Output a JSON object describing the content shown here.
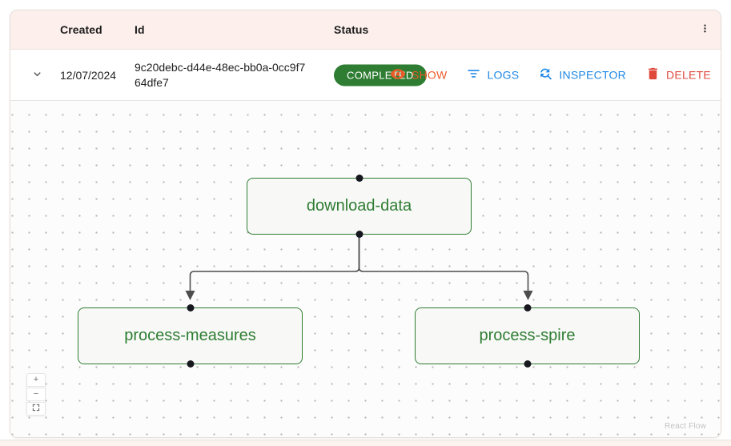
{
  "table": {
    "header": {
      "created": "Created",
      "id": "Id",
      "status": "Status"
    },
    "row": {
      "created": "12/07/2024",
      "id": "9c20debc-d44e-48ec-bb0a-0cc9f764dfe7",
      "status": "COMPLETED",
      "actions": {
        "show": "SHOW",
        "logs": "LOGS",
        "inspector": "INSPECTOR",
        "delete": "DELETE"
      }
    }
  },
  "flow": {
    "nodes": [
      {
        "label": "download-data"
      },
      {
        "label": "process-measures"
      },
      {
        "label": "process-spire"
      }
    ],
    "edges": [
      {
        "from": "download-data",
        "to": "process-measures"
      },
      {
        "from": "download-data",
        "to": "process-spire"
      }
    ],
    "controls": {
      "zoom_in": "+",
      "zoom_out": "−"
    },
    "attribution": "React Flow"
  },
  "icons": {
    "expander": "chevron-down",
    "kebab": "more-vertical",
    "show": "eye",
    "logs": "sort-lines",
    "inspector": "find-replace-magnifier",
    "delete": "trash"
  },
  "colors": {
    "header_bg": "#fdf0ec",
    "status_green": "#2e7d32",
    "node_border_green": "#2e7d32",
    "node_text_green": "#2e7d32",
    "show_orange": "#ee5b2a",
    "logs_blue": "#1e88e5",
    "inspector_blue": "#1e88e5",
    "delete_red": "#e0483c",
    "edge_gray": "#4d4d4d",
    "handle_black": "#17171f"
  }
}
